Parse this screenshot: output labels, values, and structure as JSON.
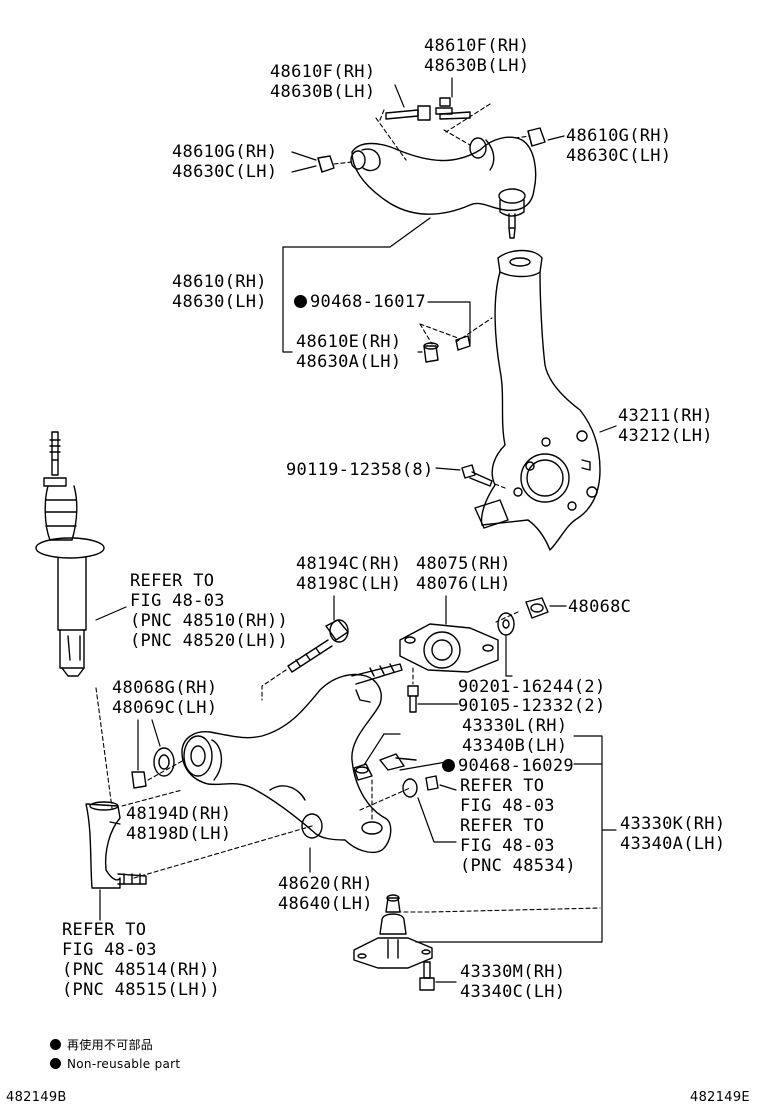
{
  "labels": {
    "upper_arm_bolt_right": [
      "48610F(RH)",
      "48630B(LH)"
    ],
    "upper_arm_bolt_left": [
      "48610F(RH)",
      "48630B(LH)"
    ],
    "upper_arm_nut_left": [
      "48610G(RH)",
      "48630C(LH)"
    ],
    "upper_arm_nut_right": [
      "48610G(RH)",
      "48630C(LH)"
    ],
    "upper_arm": [
      "48610(RH)",
      "48630(LH)"
    ],
    "upper_nut_nonreusable": "90468-16017",
    "upper_arm_sub": [
      "48610E(RH)",
      "48630A(LH)"
    ],
    "knuckle": [
      "43211(RH)",
      "43212(LH)"
    ],
    "knuckle_bolt": "90119-12358(8)",
    "shock_refer": [
      "REFER TO",
      "FIG 48-03",
      "(PNC 48510(RH))",
      "(PNC 48520(LH))"
    ],
    "lower_bolt": [
      "48194C(RH)",
      "48198C(LH)"
    ],
    "bushing": [
      "48075(RH)",
      "48076(LH)"
    ],
    "nut_48068c": "48068C",
    "washer_90201": "90201-16244(2)",
    "bolt_90105": "90105-12332(2)",
    "cam": [
      "48068G(RH)",
      "48069C(LH)"
    ],
    "ball_joint_sub": [
      "43330L(RH)",
      "43340B(LH)"
    ],
    "lower_nut_nonreusable": "90468-16029",
    "refer_a": [
      "REFER TO",
      "FIG 48-03"
    ],
    "refer_b": [
      "REFER TO",
      "FIG 48-03",
      "(PNC 48534)"
    ],
    "ball_joint": [
      "43330K(RH)",
      "43340A(LH)"
    ],
    "cam_bolt": [
      "48194D(RH)",
      "48198D(LH)"
    ],
    "lower_arm": [
      "48620(RH)",
      "48640(LH)"
    ],
    "tie_refer": [
      "REFER TO",
      "FIG 48-03",
      "(PNC 48514(RH))",
      "(PNC 48515(LH))"
    ],
    "ball_joint_bolt": [
      "43330M(RH)",
      "43340C(LH)"
    ]
  },
  "legend": {
    "line1": "再使用不可部品",
    "line2": "Non-reusable part"
  },
  "footer": {
    "left": "482149B",
    "right": "482149E"
  }
}
